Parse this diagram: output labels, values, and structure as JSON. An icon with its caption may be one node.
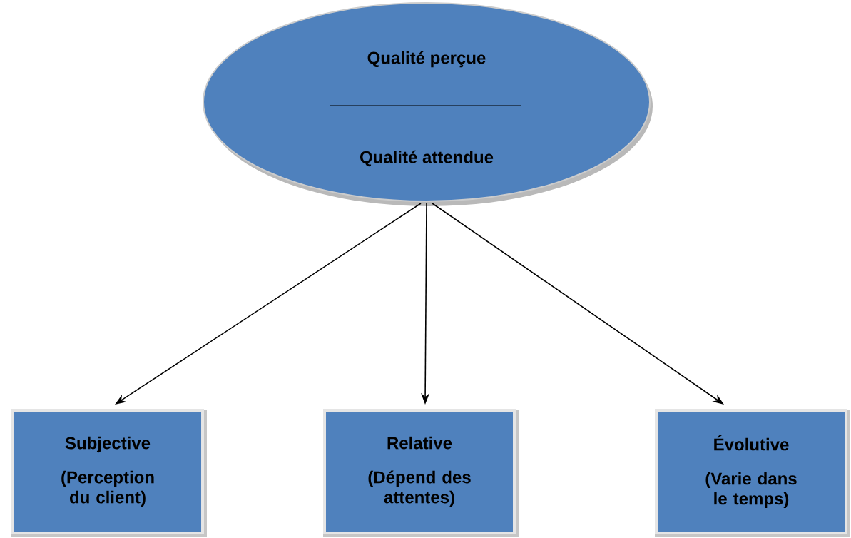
{
  "diagram": {
    "nodes": [
      {
        "text": [
          "Qualité perçue",
          "Qualité attendue"
        ]
      },
      {
        "text": [
          "Subjective",
          "(Perception du client)"
        ]
      },
      {
        "text": [
          "Relative",
          "(Dépend des attentes)"
        ]
      },
      {
        "text": [
          "Évolutive",
          "(Varie dans le temps)"
        ]
      }
    ],
    "edges": [
      {
        "from": 0,
        "to": 1,
        "arrow": "to"
      },
      {
        "from": 0,
        "to": 2,
        "arrow": "to"
      },
      {
        "from": 0,
        "to": 3,
        "arrow": "to"
      }
    ]
  }
}
